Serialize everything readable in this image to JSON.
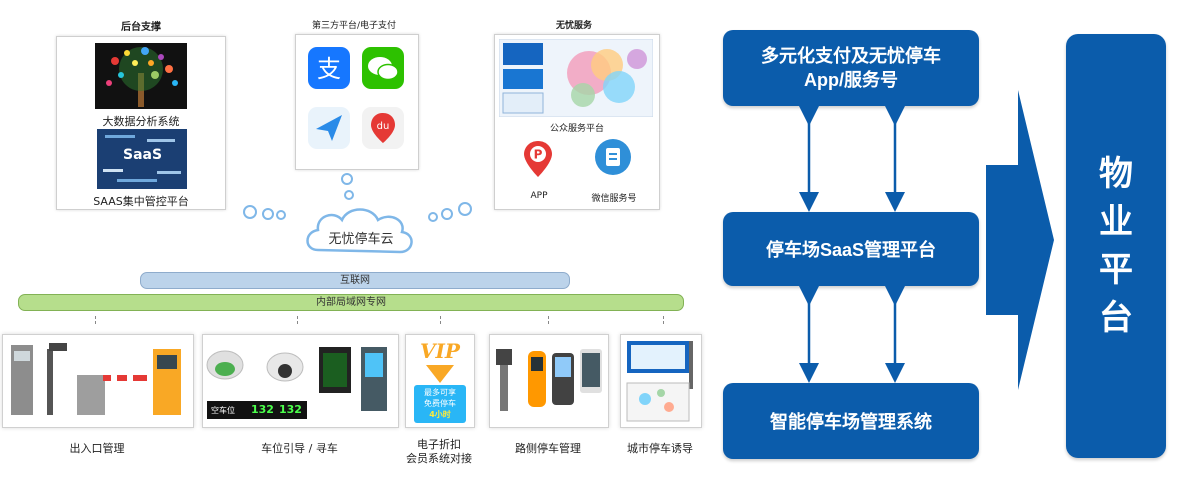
{
  "left": {
    "backend": {
      "title": "后台支撑",
      "bigdata": "大数据分析系统",
      "saas": "SAAS集中管控平台",
      "saas_word": "SaaS"
    },
    "thirdparty": {
      "title": "第三方平台/电子支付",
      "baidu_label": "du"
    },
    "worry_free": {
      "title": "无忧服务",
      "public_platform": "公众服务平台",
      "app": "APP",
      "wechat": "微信服务号"
    },
    "cloud": "无忧停车云",
    "internet": "互联网",
    "intranet": "内部局域网专网",
    "groups": [
      {
        "label": "出入口管理"
      },
      {
        "label": "车位引导 / 寻车"
      },
      {
        "label": "电子折扣",
        "label2": "会员系统对接"
      },
      {
        "label": "路侧停车管理"
      },
      {
        "label": "城市停车诱导"
      }
    ],
    "led": {
      "left": "空车位",
      "v1": "132",
      "v2": "132"
    },
    "vip": {
      "title": "VIP",
      "line1": "最多可享",
      "line2": "免费停车",
      "line3": "4小时"
    }
  },
  "right": {
    "top_box": {
      "line1": "多元化支付及无忧停车",
      "line2": "App/服务号"
    },
    "middle_box": "停车场SaaS管理平台",
    "bottom_box": "智能停车场管理系统",
    "property": [
      "物",
      "业",
      "平",
      "台"
    ]
  },
  "colors": {
    "brand_blue": "#0b5cab",
    "internet_bar": "#bcd3ea",
    "intranet_bar": "#b6de8c"
  }
}
